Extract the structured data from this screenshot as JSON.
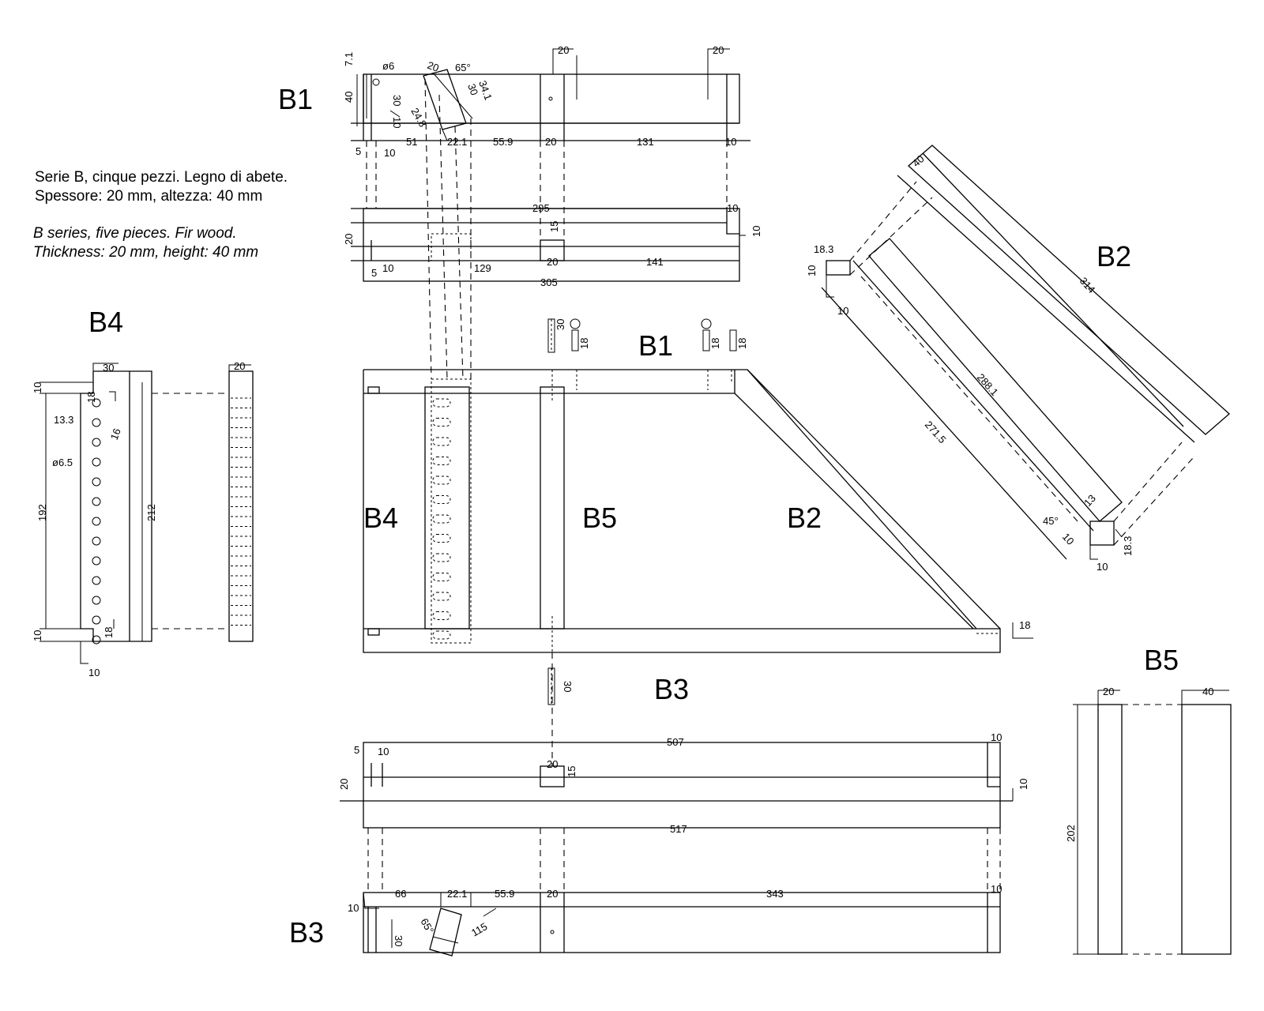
{
  "notes": {
    "it_line1": "Serie B, cinque pezzi. Legno di abete.",
    "it_line2": "Spessore: 20 mm, altezza: 40 mm",
    "en_line1": "B series, five pieces. Fir wood.",
    "en_line2": "Thickness: 20 mm, height: 40 mm"
  },
  "labels": {
    "b1_top": "B1",
    "b1_mid": "B1",
    "b2_right": "B2",
    "b2_mid": "B2",
    "b3_mid": "B3",
    "b3_bottom": "B3",
    "b4_left": "B4",
    "b4_mid": "B4",
    "b5_mid": "B5",
    "b5_right": "B5"
  },
  "dims": {
    "b1_7_1": "7.1",
    "b1_phi6": "ø6",
    "b1_40": "40",
    "b1_30": "30",
    "b1_10a": "10",
    "b1_20a": "20",
    "b1_65deg": "65°",
    "b1_30b": "30",
    "b1_34_1": "34.1",
    "b1_24_8": "24.8",
    "b1_20top1": "20",
    "b1_20top2": "20",
    "b1_5": "5",
    "b1_10b": "10",
    "b1_51": "51",
    "b1_22_1": "22.1",
    "b1_55_9": "55.9",
    "b1_20c": "20",
    "b1_131": "131",
    "b1_10c": "10",
    "b1_295": "295",
    "b1_10d": "10",
    "b1_20d": "20",
    "b1_15": "15",
    "b1_10e": "10",
    "b1_5b": "5",
    "b1_10f": "10",
    "b1_129": "129",
    "b1_20e": "20",
    "b1_141": "141",
    "b1_305": "305",
    "screw_30a": "30",
    "screw_18a": "18",
    "screw_18b": "18",
    "screw_18c": "18",
    "screw_30b": "30",
    "screw_18d": "18",
    "b4_30": "30",
    "b4_20": "20",
    "b4_10a": "10",
    "b4_18a": "18",
    "b4_13_3": "13.3",
    "b4_16": "16",
    "b4_phi6_5": "ø6.5",
    "b4_192": "192",
    "b4_212": "212",
    "b4_10b": "10",
    "b4_18b": "18",
    "b4_10c": "10",
    "b2_40": "40",
    "b2_18_3a": "18.3",
    "b2_10a": "10",
    "b2_10b": "10",
    "b2_314": "314",
    "b2_288_1": "288.1",
    "b2_271_5": "271.5",
    "b2_45deg": "45°",
    "b2_13": "13",
    "b2_10c": "10",
    "b2_18_3b": "18.3",
    "b2_10d": "10",
    "b3_507": "507",
    "b3_10a": "10",
    "b3_5": "5",
    "b3_10b": "10",
    "b3_20a": "20",
    "b3_15": "15",
    "b3_20b": "20",
    "b3_10c": "10",
    "b3_517": "517",
    "b3_66": "66",
    "b3_22_1": "22.1",
    "b3_55_9": "55.9",
    "b3_20c": "20",
    "b3_343": "343",
    "b3_10d": "10",
    "b3_10e": "10",
    "b3_65deg": "65°",
    "b3_115": "115",
    "b3_30": "30",
    "b5_20": "20",
    "b5_40": "40",
    "b5_202": "202"
  }
}
